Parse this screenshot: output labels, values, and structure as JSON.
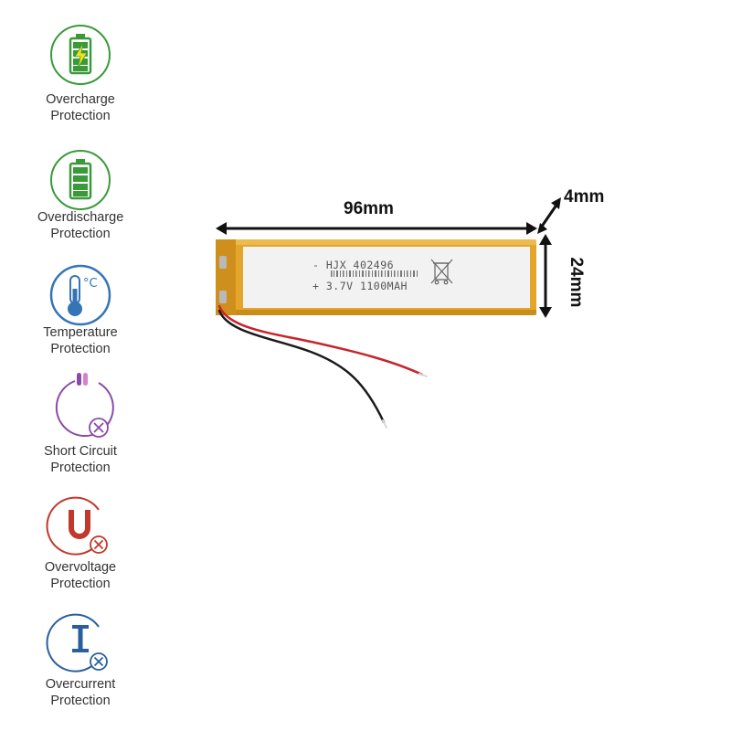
{
  "features": [
    {
      "line1": "Overcharge",
      "line2": "Protection",
      "icon": "battery-charging-icon",
      "color": "#3a9a3a"
    },
    {
      "line1": "Overdischarge",
      "line2": "Protection",
      "icon": "battery-full-icon",
      "color": "#3a9a3a"
    },
    {
      "line1": "Temperature",
      "line2": "Protection",
      "icon": "thermometer-icon",
      "color": "#3574b5"
    },
    {
      "line1": "Short Circuit",
      "line2": "Protection",
      "icon": "short-circuit-icon",
      "color": "#8a4aa8"
    },
    {
      "line1": "Overvoltage",
      "line2": "Protection",
      "icon": "voltage-u-icon",
      "color": "#c0392b"
    },
    {
      "line1": "Overcurrent",
      "line2": "Protection",
      "icon": "current-i-icon",
      "color": "#2a5f9e"
    }
  ],
  "temperature_unit": "°C",
  "dimensions": {
    "width": "96mm",
    "depth": "4mm",
    "height": "24mm"
  },
  "battery_label": {
    "line1": "- HJX  402496",
    "line2": "+ 3.7V 1100MAH"
  },
  "colors": {
    "battery_body": "#e3a62a",
    "battery_label_bg": "#f2f2f2",
    "wire_red": "#c8242b",
    "wire_black": "#1a1a1a"
  }
}
